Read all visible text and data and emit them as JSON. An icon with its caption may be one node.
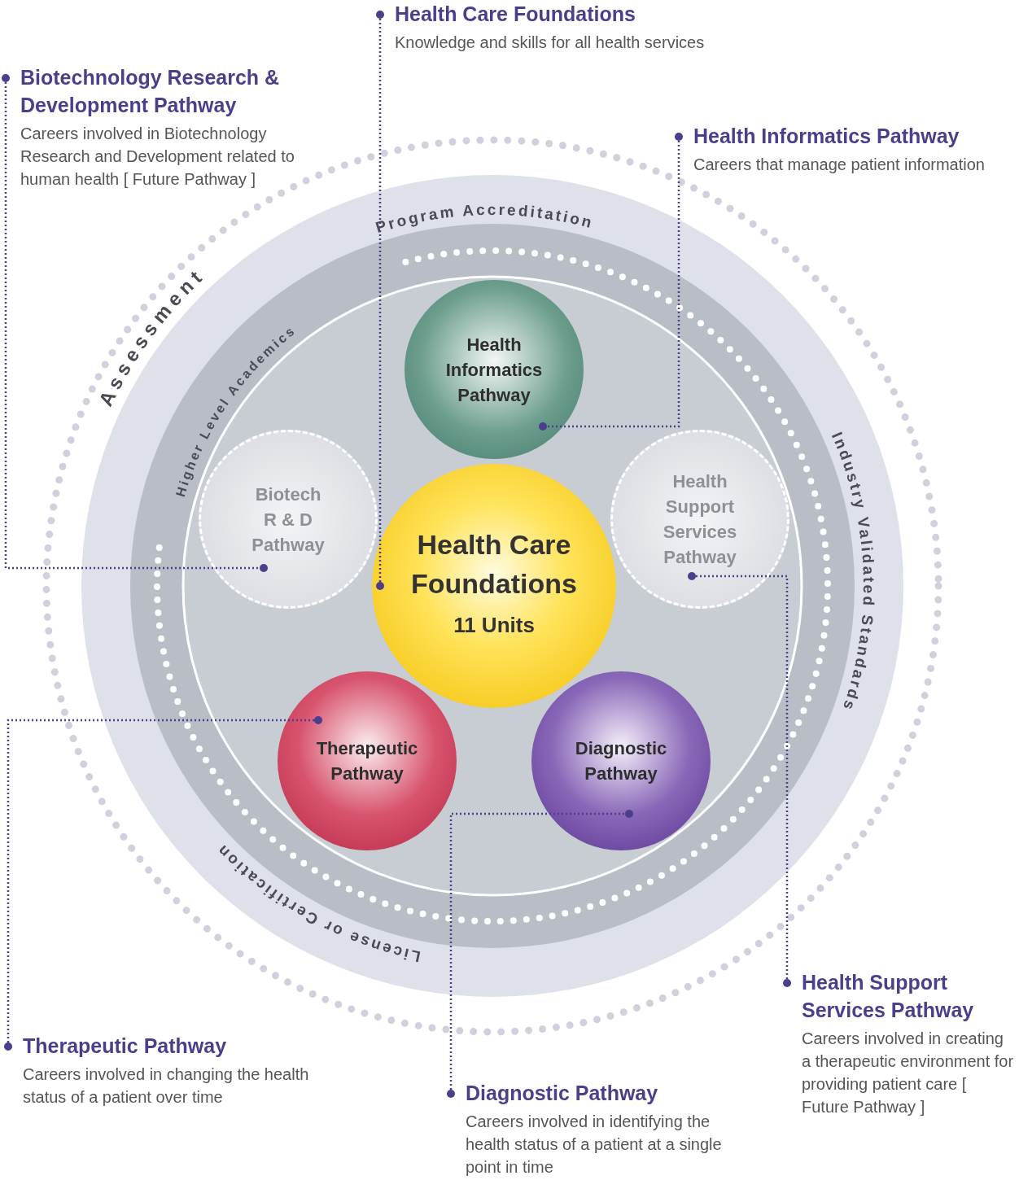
{
  "diagram": {
    "nodes": [
      {
        "text": [
          "Health Care Foundations",
          "Knowledge and skills for all health services"
        ]
      },
      {
        "text": [
          "Biotechnology Research & Development Pathway",
          "Careers involved in Biotechnology Research and Development related to human health [ Future Pathway ]"
        ]
      },
      {
        "text": [
          "Health Informatics Pathway",
          "Careers that manage patient information"
        ]
      },
      {
        "text": [
          "Health Support Services Pathway",
          "Careers involved in creating a therapeutic environment for providing patient care [ Future Pathway ]"
        ]
      },
      {
        "text": [
          "Therapeutic Pathway",
          "Careers involved in changing the health status of a patient over time"
        ]
      },
      {
        "text": [
          "Diagnostic Pathway",
          "Careers involved in identifying the health status of a patient at a single point in time"
        ]
      },
      {
        "text": [
          "Health Informatics Pathway"
        ]
      },
      {
        "text": [
          "Biotech R & D Pathway"
        ]
      },
      {
        "text": [
          "Health Support Services Pathway"
        ]
      },
      {
        "text": [
          "Health Care Foundations",
          "11 Units"
        ]
      },
      {
        "text": [
          "Therapeutic Pathway"
        ]
      },
      {
        "text": [
          "Diagnostic Pathway"
        ]
      }
    ],
    "edges": [
      {
        "from": 0,
        "to": 9,
        "arrow": "other",
        "style": "dashed"
      },
      {
        "from": 1,
        "to": 7,
        "arrow": "other",
        "style": "dashed"
      },
      {
        "from": 2,
        "to": 6,
        "arrow": "other",
        "style": "dashed"
      },
      {
        "from": 3,
        "to": 8,
        "arrow": "other",
        "style": "dashed"
      },
      {
        "from": 4,
        "to": 10,
        "arrow": "other",
        "style": "dashed"
      },
      {
        "from": 5,
        "to": 11,
        "arrow": "other",
        "style": "dashed"
      }
    ],
    "labels": [
      "Assessment",
      "Program Accreditation",
      "Higher Level Academics",
      "Industry Validated Standards",
      "License or Certification"
    ]
  }
}
